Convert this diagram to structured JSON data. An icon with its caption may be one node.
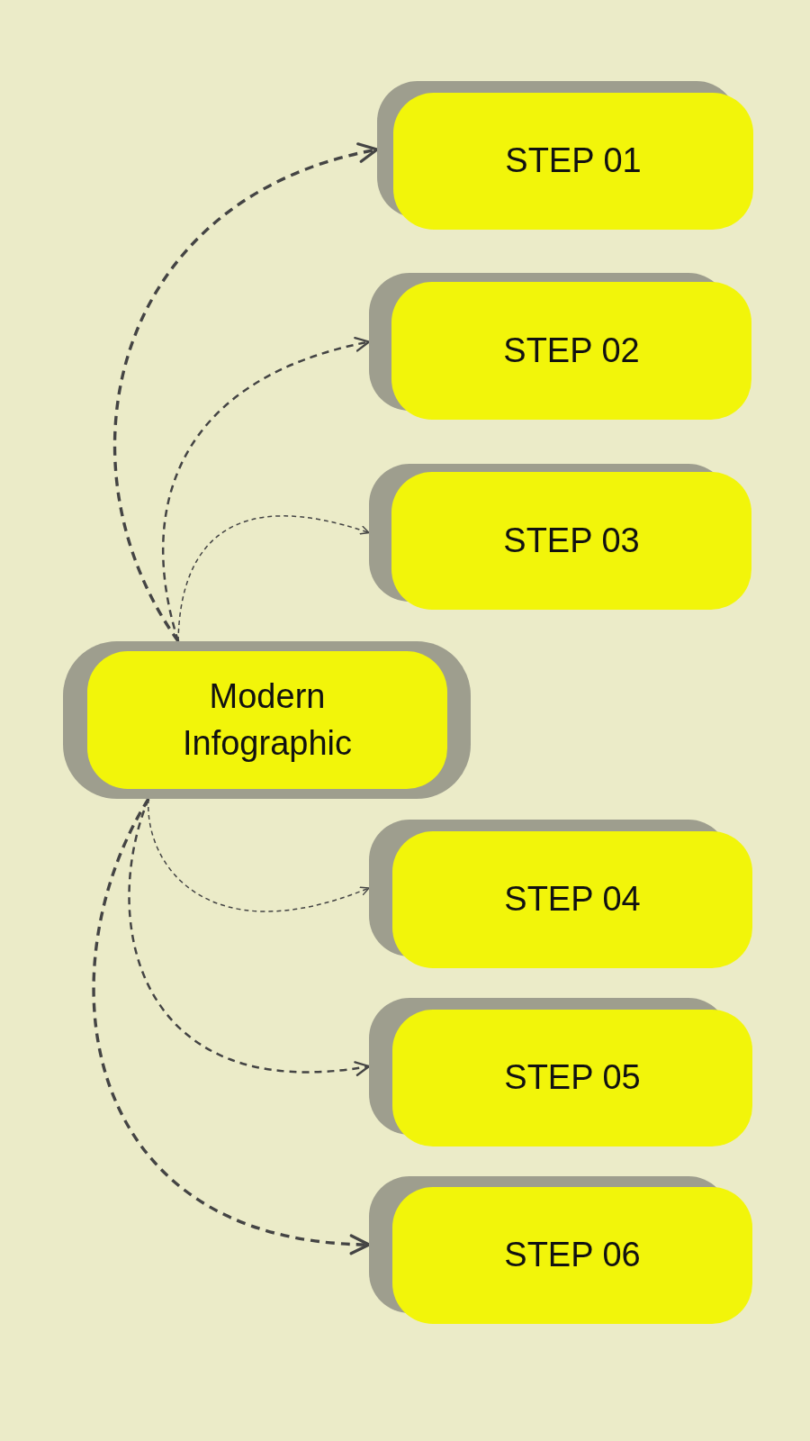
{
  "diagram": {
    "nodes": [
      {
        "text": [
          "Modern Infographic"
        ]
      },
      {
        "text": [
          "STEP 01"
        ]
      },
      {
        "text": [
          "STEP 02"
        ]
      },
      {
        "text": [
          "STEP 03"
        ]
      },
      {
        "text": [
          "STEP 04"
        ]
      },
      {
        "text": [
          "STEP 05"
        ]
      },
      {
        "text": [
          "STEP 06"
        ]
      }
    ],
    "edges": [
      {
        "from": 0,
        "to": 1,
        "arrow": "to",
        "style": "dashed"
      },
      {
        "from": 0,
        "to": 2,
        "arrow": "to",
        "style": "dashed"
      },
      {
        "from": 0,
        "to": 3,
        "arrow": "to",
        "style": "dashed"
      },
      {
        "from": 0,
        "to": 4,
        "arrow": "to",
        "style": "dashed"
      },
      {
        "from": 0,
        "to": 5,
        "arrow": "to",
        "style": "dashed"
      },
      {
        "from": 0,
        "to": 6,
        "arrow": "to",
        "style": "dashed"
      }
    ]
  }
}
